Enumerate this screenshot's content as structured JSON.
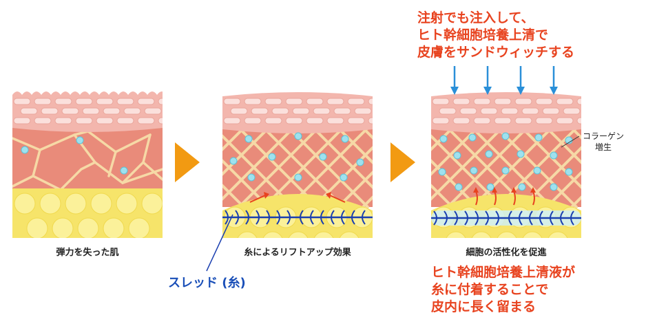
{
  "panels": [
    {
      "caption": "弾力を失った肌"
    },
    {
      "caption": "糸によるリフトアップ効果"
    },
    {
      "caption": "細胞の活性化を促進"
    }
  ],
  "notes": {
    "top_red": [
      "注射でも注入して、",
      "ヒト幹細胞培養上清で",
      "皮膚をサンドウィッチする"
    ],
    "bottom_red": [
      "ヒト幹細胞培養上清液が",
      "糸に付着することで",
      "皮内に長く留まる"
    ],
    "thread_label": "スレッド (糸)",
    "collagen_label": [
      "コラーゲン",
      "増生"
    ]
  },
  "colors": {
    "skin_top": "#f3b6ad",
    "dermis": "#e98b7a",
    "fat": "#f6e46a",
    "fiber": "#f6d9a6",
    "cell": "#9fe1ee",
    "thread": "#1a3fb0",
    "arrow_orange": "#f29a12",
    "injection": "#2a8fd8",
    "red": "#e8431f"
  }
}
